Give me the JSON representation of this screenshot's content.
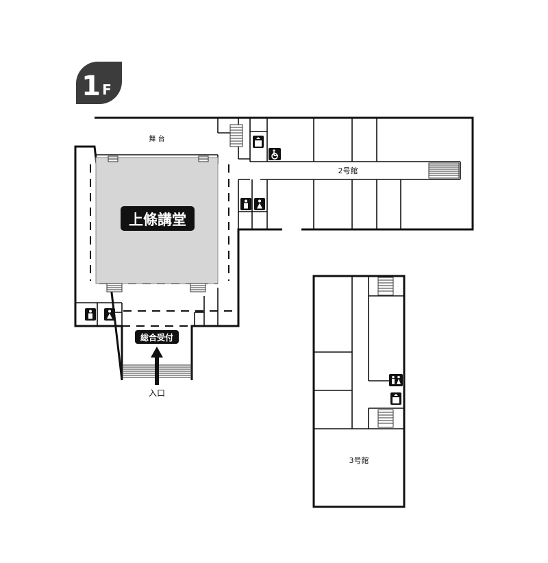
{
  "floor_badge": {
    "number": "1",
    "letter": "F"
  },
  "labels": {
    "stage": "舞 台",
    "hall_name": "上條講堂",
    "building2": "2号館",
    "building3": "3号館",
    "reception": "総合受付",
    "entrance": "入口"
  },
  "icons": [
    "male-restroom-icon",
    "female-restroom-icon",
    "elevator-icon",
    "wheelchair-accessible-icon",
    "restroom-icon",
    "entrance-arrow-icon"
  ],
  "colors": {
    "badge": "#3c3c3c",
    "hall_fill": "#d6d6d6",
    "label_background": "#111111",
    "wall": "#111111"
  }
}
